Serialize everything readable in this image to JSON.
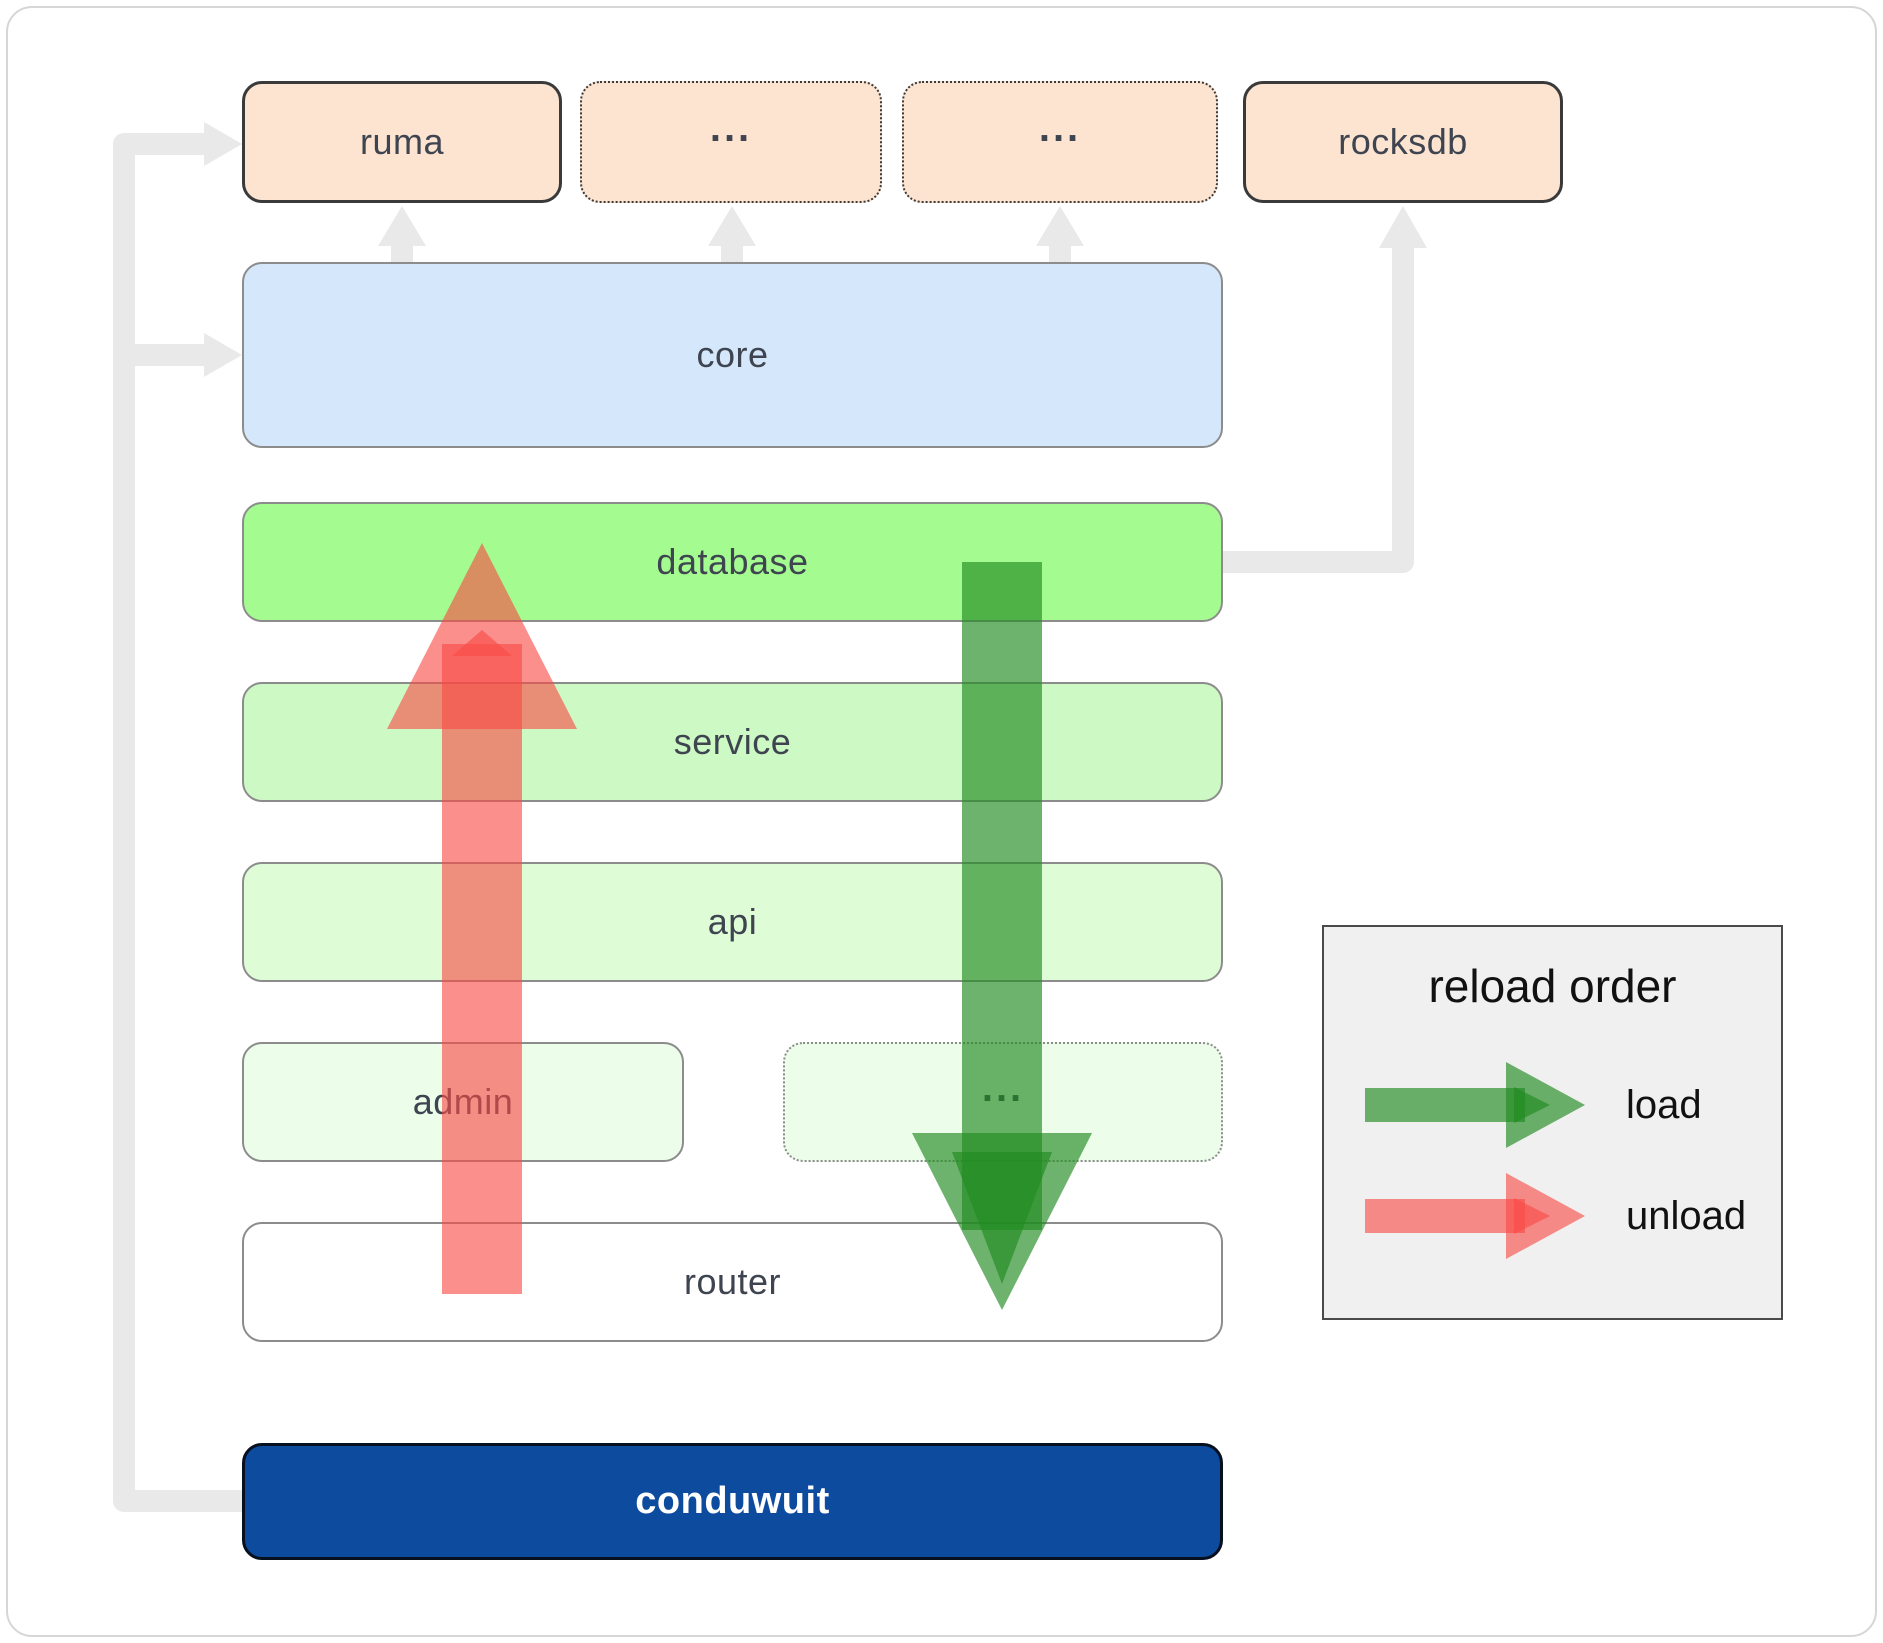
{
  "boxes": {
    "ruma": "ruma",
    "dots": "...",
    "rocksdb": "rocksdb",
    "core": "core",
    "database": "database",
    "service": "service",
    "api": "api",
    "admin": "admin",
    "router": "router",
    "conduwuit": "conduwuit"
  },
  "legend": {
    "title": "reload order",
    "load_label": "load",
    "unload_label": "unload"
  },
  "colors": {
    "peach_fill": "#fce4d1",
    "core_fill": "#d5e7fa",
    "database_fill": "#a4fb8f",
    "service_fill": "#cdf9c4",
    "api_fill": "#defcd6",
    "admin_fill": "#ecfdea",
    "router_fill": "#ffffff",
    "conduwuit_fill": "#0d4b9e",
    "connector_gray": "#e9e9e9",
    "arrow_load_green": "rgba(34,139,34,0.66)",
    "arrow_unload_red": "rgba(249,75,70,0.62)",
    "legend_bg": "#f0f0f0"
  }
}
